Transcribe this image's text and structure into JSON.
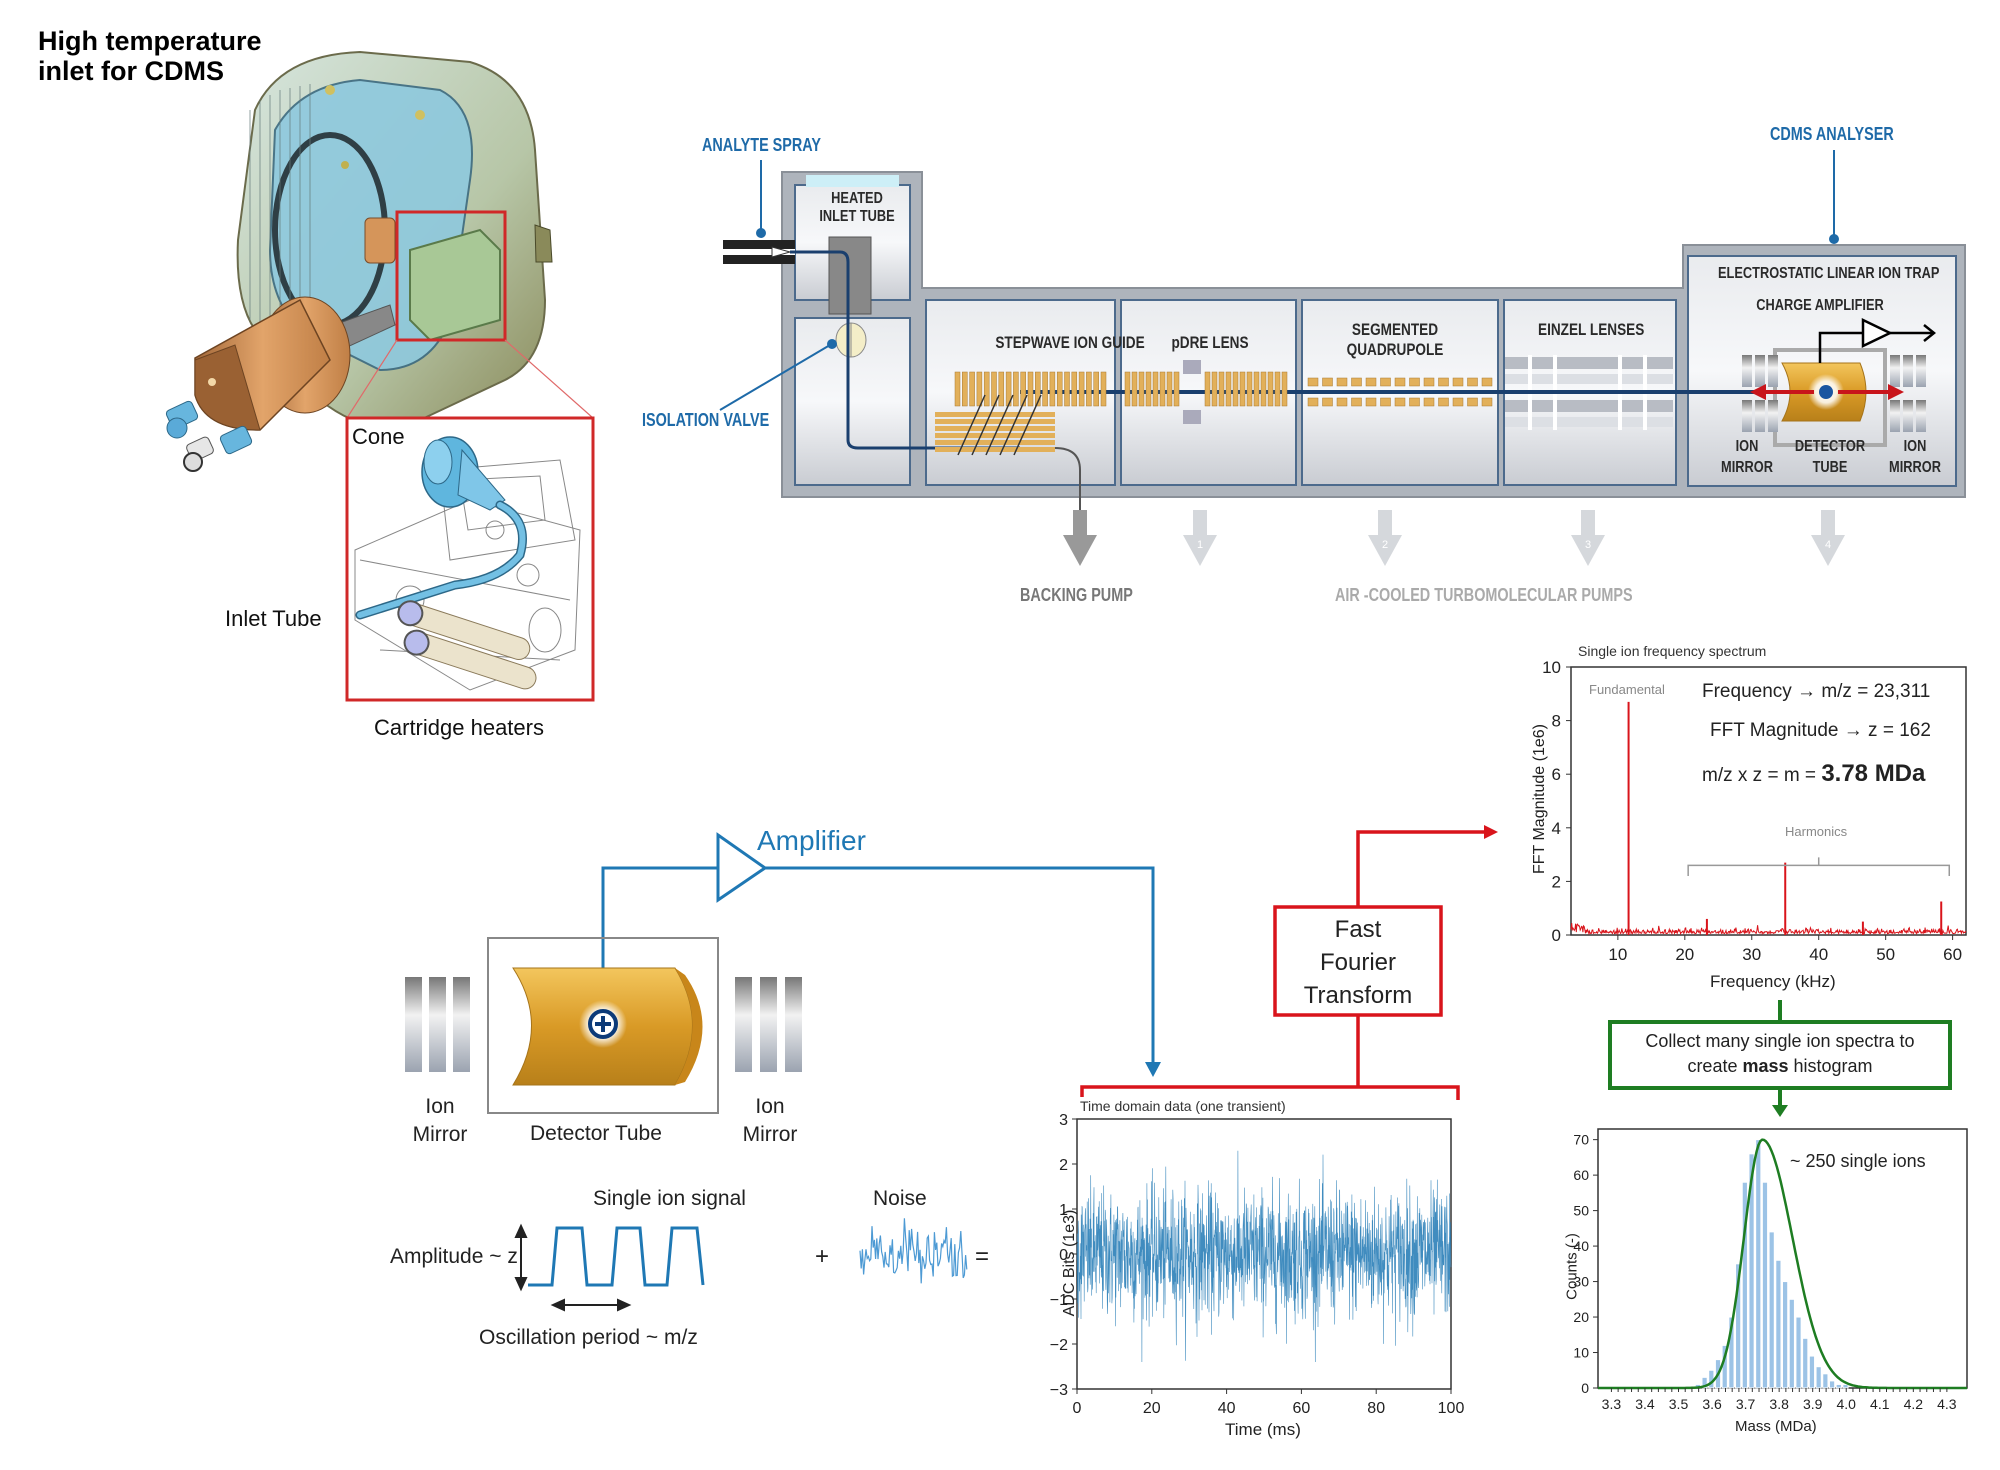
{
  "title": {
    "line1": "High temperature",
    "line2": "inlet for CDMS"
  },
  "inlet_inset": {
    "cone_label": "Cone",
    "inlet_tube_label": "Inlet Tube",
    "cartridge_heaters_label": "Cartridge heaters"
  },
  "instrument": {
    "analyte_spray": "ANALYTE SPRAY",
    "heated_inlet_tube": [
      "HEATED",
      "INLET TUBE"
    ],
    "isolation_valve": "ISOLATION VALVE",
    "stepwave_ion_guide": "STEPWAVE ION GUIDE",
    "pdre_lens": "pDRE LENS",
    "segmented_quadrupole": [
      "SEGMENTED",
      "QUADRUPOLE"
    ],
    "einzel_lenses": "EINZEL LENSES",
    "cdms_analyser": "CDMS ANALYSER",
    "electrostatic_linear_ion_trap": "ELECTROSTATIC LINEAR ION TRAP",
    "charge_amplifier": "CHARGE AMPLIFIER",
    "ion_mirror": [
      "ION",
      "MIRROR"
    ],
    "detector_tube": [
      "DETECTOR",
      "TUBE"
    ],
    "backing_pump": "BACKING PUMP",
    "turbo_pumps": "AIR -COOLED TURBOMOLECULAR PUMPS",
    "pump_numbers": [
      "1",
      "2",
      "3",
      "4"
    ]
  },
  "signal_schematic": {
    "amplifier": "Amplifier",
    "ion_mirror": [
      "Ion",
      "Mirror"
    ],
    "detector_tube": "Detector Tube",
    "single_ion_signal": "Single ion signal",
    "noise": "Noise",
    "amplitude": "Amplitude ~ z",
    "oscillation_period": "Oscillation period ~ m/z",
    "plus": "+",
    "equals": "=",
    "fft_box": [
      "Fast",
      "Fourier",
      "Transform"
    ],
    "collect_box": {
      "pre": "Collect many single ion spectra to",
      "line2_pre": "create ",
      "bold": "mass",
      "line2_post": " histogram"
    },
    "colors": {
      "blue": "#1f78b4",
      "red": "#d9141b",
      "green": "#1e7d22",
      "gold": "#e0a030"
    }
  },
  "chart_data": [
    {
      "id": "time-domain",
      "type": "line",
      "title": "Time domain data (one transient)",
      "xlabel": "Time (ms)",
      "ylabel": "ADC Bits (1e3)",
      "xlim": [
        0,
        100
      ],
      "ylim": [
        -3,
        3
      ],
      "xticks": [
        0,
        20,
        40,
        60,
        80,
        100
      ],
      "yticks": [
        3,
        2,
        1,
        0,
        -1,
        -2,
        -3
      ],
      "ytick_labels": [
        "3",
        "2",
        "1",
        "0",
        "−1",
        "−2",
        "−3"
      ],
      "description": "dense random noise, mean 0, typical amplitude about ±1.5 (max ~2.4)",
      "noise_std": 0.7,
      "noise_peak": 2.4,
      "color": "#1f78b4"
    },
    {
      "id": "fft-spectrum",
      "type": "line",
      "title": "Single ion frequency spectrum",
      "xlabel": "Frequency (kHz)",
      "ylabel": "FFT Magnitude (1e6)",
      "xlim": [
        3,
        62
      ],
      "ylim": [
        0,
        10
      ],
      "xticks": [
        10,
        20,
        30,
        40,
        50,
        60
      ],
      "yticks": [
        0,
        2,
        4,
        6,
        8,
        10
      ],
      "peaks": [
        {
          "x": 11.6,
          "y": 8.7,
          "label": "Fundamental"
        },
        {
          "x": 23.3,
          "y": 0.6
        },
        {
          "x": 35.0,
          "y": 2.7
        },
        {
          "x": 46.6,
          "y": 0.5
        },
        {
          "x": 58.3,
          "y": 1.25
        }
      ],
      "noise_floor": 0.15,
      "annotations": {
        "fundamental": "Fundamental",
        "harmonics": "Harmonics",
        "harmonics_range": [
          20.5,
          59.5
        ],
        "line1": "Frequency → m/z = 23,311",
        "line2": "FFT Magnitude → z = 162",
        "line3_pre": "m/z x z = m = ",
        "line3_bold": "3.78 MDa"
      },
      "color": "#d9141b"
    },
    {
      "id": "mass-histogram",
      "type": "bar",
      "xlabel": "Mass (MDa)",
      "ylabel": "Counts (-)",
      "xlim": [
        3.26,
        4.36
      ],
      "ylim": [
        0,
        73
      ],
      "xticks": [
        3.3,
        3.4,
        3.5,
        3.6,
        3.7,
        3.8,
        3.9,
        4.0,
        4.1,
        4.2,
        4.3
      ],
      "xtick_labels": [
        "3.3",
        "3.4",
        "3.5",
        "3.6",
        "3.7",
        "3.8",
        "3.9",
        "4.0",
        "4.1",
        "4.2",
        "4.3"
      ],
      "yticks": [
        0,
        10,
        20,
        30,
        40,
        50,
        60,
        70
      ],
      "bin_width": 0.02,
      "bins": [
        3.56,
        3.58,
        3.6,
        3.62,
        3.64,
        3.66,
        3.68,
        3.7,
        3.72,
        3.74,
        3.76,
        3.78,
        3.8,
        3.82,
        3.84,
        3.86,
        3.88,
        3.9,
        3.92,
        3.94,
        3.96,
        3.98,
        4.0
      ],
      "counts": [
        1,
        3,
        5,
        8,
        12,
        20,
        35,
        58,
        66,
        70,
        58,
        44,
        36,
        30,
        25,
        20,
        14,
        9,
        6,
        4,
        2,
        1,
        1
      ],
      "fit_curve_color": "#1e7d22",
      "bar_color": "#9cc3e6",
      "annotation": "~ 250 single ions"
    }
  ]
}
